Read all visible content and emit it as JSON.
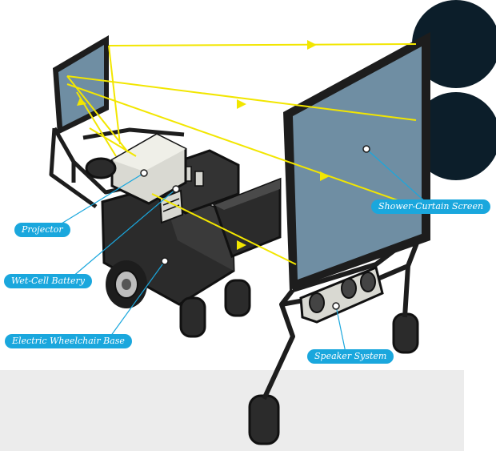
{
  "labels": {
    "projector": "Projector",
    "battery": "Wet-Cell Battery",
    "wheelchair": "Electric Wheelchair Base",
    "screen": "Shower-Curtain Screen",
    "speaker": "Speaker System"
  },
  "colors": {
    "label_bg": "#1aa7dd",
    "light_ray": "#f2e600",
    "frame": "#1d1d1d",
    "screen": "#6f8ea3",
    "floor": "#ececec",
    "dark_circle": "#0c1e2a"
  }
}
